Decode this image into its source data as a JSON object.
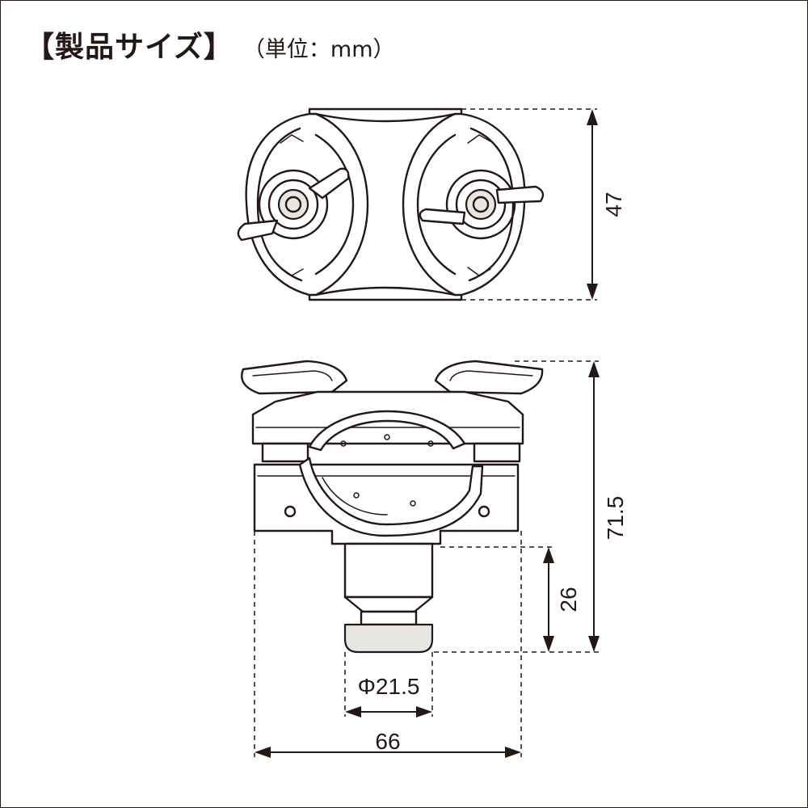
{
  "title": "【製品サイズ】",
  "unit_note": "（単位：mm）",
  "dimensions": {
    "top_view_height": "47",
    "total_height": "71.5",
    "stem_height": "26",
    "stem_diameter": "Φ21.5",
    "total_width": "66"
  },
  "colors": {
    "line": "#231815",
    "background": "#ffffff"
  }
}
